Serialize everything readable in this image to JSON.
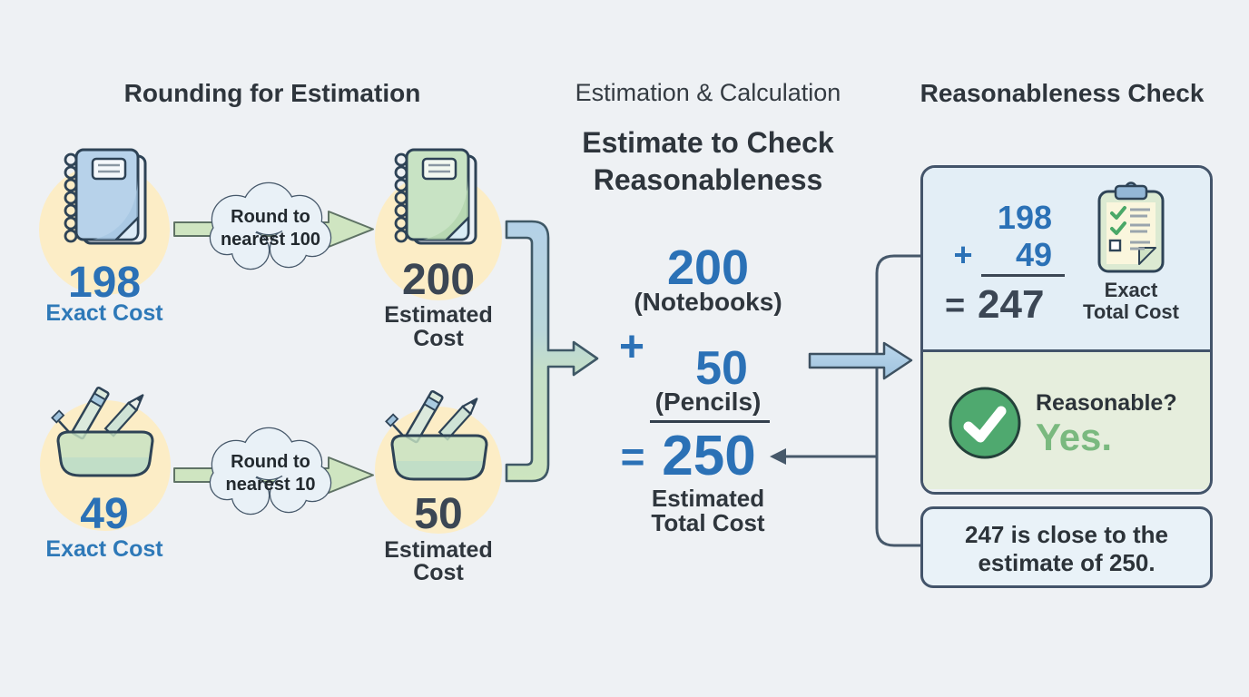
{
  "colors": {
    "background": "#eef1f4",
    "accent_blue": "#2b71b6",
    "label_blue": "#2e79b8",
    "dark_text": "#2e353c",
    "dark_number": "#3b4654",
    "highlight_yellow": "#fcedc6",
    "arrow_green": "#cfe5c1",
    "pipe_blue": "#b4d1e8",
    "pipe_green": "#cde5bf",
    "outline_slate": "#46586a",
    "panel_blue_bg": "#e3eef6",
    "panel_green_bg": "#e6eedd",
    "note_bg": "#e9f2f8",
    "check_green": "#4fa96f",
    "yes_green": "#7ab97f"
  },
  "icons": {
    "notebook_exact": "notebook-icon",
    "notebook_estimated": "notebook-icon",
    "pencil_case_exact": "pencil-case-icon",
    "pencil_case_estimated": "pencil-case-icon",
    "clipboard": "clipboard-checklist-icon",
    "check_circle": "check-circle-icon",
    "cloud": "thought-cloud-shape"
  },
  "sections": {
    "rounding": {
      "title": "Rounding for Estimation",
      "rows": [
        {
          "exact_value": "198",
          "exact_label": "Exact Cost",
          "cloud_line1": "Round to",
          "cloud_line2": "nearest 100",
          "estimated_value": "200",
          "estimated_label_line1": "Estimated",
          "estimated_label_line2": "Cost"
        },
        {
          "exact_value": "49",
          "exact_label": "Exact Cost",
          "cloud_line1": "Round to",
          "cloud_line2": "nearest 10",
          "estimated_value": "50",
          "estimated_label_line1": "Estimated",
          "estimated_label_line2": "Cost"
        }
      ]
    },
    "estimation": {
      "header": "Estimation & Calculation",
      "title_line1": "Estimate to Check",
      "title_line2": "Reasonableness",
      "addend1": "200",
      "addend1_label": "(Notebooks)",
      "plus": "+",
      "addend2": "50",
      "addend2_label": "(Pencils)",
      "equals": "=",
      "total": "250",
      "total_label_line1": "Estimated",
      "total_label_line2": "Total Cost"
    },
    "check": {
      "header": "Reasonableness Check",
      "exact_sum": {
        "addend1": "198",
        "plus": "+",
        "addend2": "49",
        "equals": "=",
        "total": "247",
        "label_line1": "Exact",
        "label_line2": "Total Cost"
      },
      "reasonable": {
        "question": "Reasonable?",
        "answer": "Yes."
      },
      "note_line1": "247 is close to the",
      "note_line2": "estimate of 250."
    }
  }
}
